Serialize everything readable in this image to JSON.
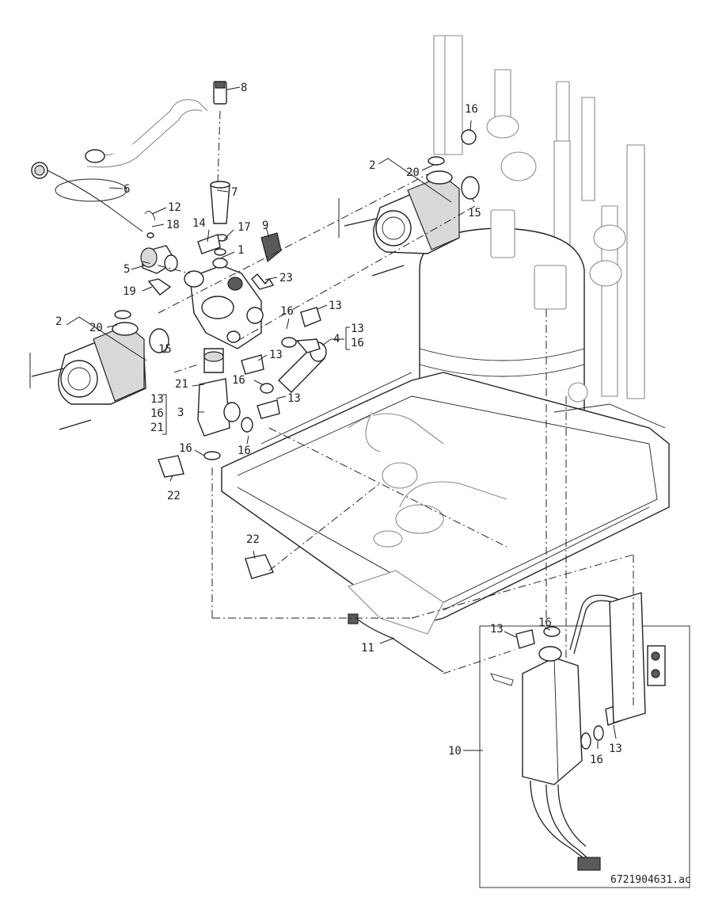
{
  "drawing": {
    "document_number": "6721904631.ac"
  },
  "labels": {
    "l1": "1",
    "l2a": "2",
    "l2b": "2",
    "l3": "3",
    "l4": "4",
    "l5": "5",
    "l6": "6",
    "l7": "7",
    "l8": "8",
    "l9": "9",
    "l10": "10",
    "l11": "11",
    "l12": "12",
    "l13a": "13",
    "l13b": "13",
    "l13c": "13",
    "l13d": "13",
    "l13e": "13",
    "l14": "14",
    "l15a": "15",
    "l15b": "15",
    "l16a": "16",
    "l16b": "16",
    "l16c": "16",
    "l16d": "16",
    "l16e": "16",
    "l16f": "16",
    "l16g": "16",
    "l17": "17",
    "l18": "18",
    "l19": "19",
    "l20a": "20",
    "l20b": "20",
    "l21a": "21",
    "l22a": "22",
    "l22b": "22",
    "l23": "23",
    "group3_a": "13",
    "group3_b": "16",
    "group3_c": "21",
    "group4_a": "13",
    "group4_b": "16"
  }
}
